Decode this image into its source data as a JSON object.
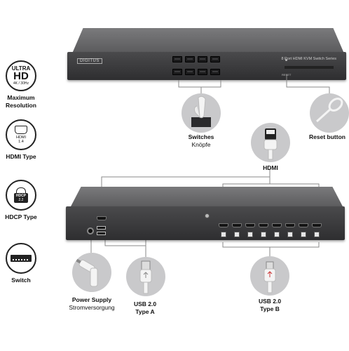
{
  "left_features": [
    {
      "badge_top": "ULTRA",
      "badge_main": "HD",
      "badge_sub": "4K / 30Hz",
      "caption": "Maximum Resolution",
      "icon": "ultra-hd-icon"
    },
    {
      "badge_top": "HDMI",
      "badge_sub": "1.4",
      "caption": "HDMI Type",
      "icon": "hdmi-1-4-icon"
    },
    {
      "badge_top": "HDCP",
      "badge_sub": "2.2",
      "caption": "HDCP Type",
      "icon": "hdcp-2-2-icon"
    },
    {
      "caption": "Switch",
      "icon": "switch-icon"
    }
  ],
  "front_device": {
    "brand": "DIGITUS",
    "model_text": "8 Port HDMI KVM Switch Series",
    "reset_text": "RESET"
  },
  "callouts": {
    "switches": {
      "title": "Switches",
      "subtitle": "Knöpfe",
      "icon": "finger-press-icon"
    },
    "reset": {
      "title": "Reset button",
      "icon": "pin-tool-icon"
    },
    "hdmi": {
      "title": "HDMI",
      "icon": "hdmi-connector-icon"
    },
    "power": {
      "title": "Power Supply",
      "subtitle": "Stromversorgung",
      "icon": "power-plug-icon"
    },
    "usb_a": {
      "title": "USB 2.0",
      "subtitle": "Type A",
      "icon": "usb-a-connector-icon"
    },
    "usb_b": {
      "title": "USB 2.0",
      "subtitle": "Type B",
      "icon": "usb-b-connector-icon"
    }
  },
  "colors": {
    "device": "#3a3a3c",
    "callout_circle": "#c9c9cb",
    "lines": "#8a8a8a"
  }
}
